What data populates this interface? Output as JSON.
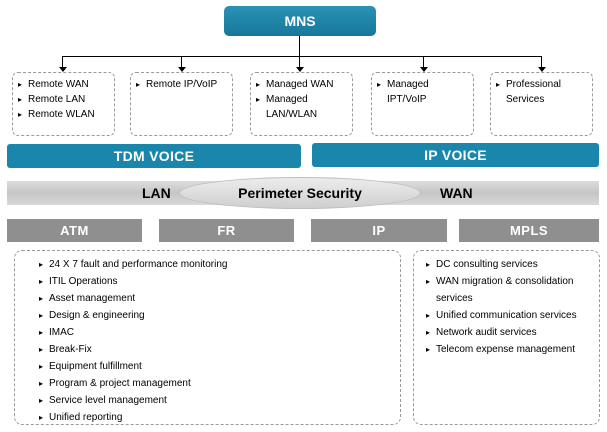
{
  "mns": {
    "label": "MNS"
  },
  "services": [
    {
      "items": [
        "Remote WAN",
        "Remote LAN",
        "Remote WLAN"
      ]
    },
    {
      "items": [
        "Remote IP/VoIP"
      ]
    },
    {
      "items": [
        "Managed WAN",
        "Managed LAN/WLAN"
      ]
    },
    {
      "items": [
        "Managed IPT/VoIP"
      ]
    },
    {
      "items": [
        "Professional Services"
      ]
    }
  ],
  "voice": {
    "left": "TDM VOICE",
    "right": "IP VOICE"
  },
  "perimeter": {
    "lan": "LAN",
    "center": "Perimeter Security",
    "wan": "WAN"
  },
  "networks": [
    "ATM",
    "FR",
    "IP",
    "MPLS"
  ],
  "left_list": [
    "24 X 7 fault and performance monitoring",
    "ITIL Operations",
    "Asset management",
    "Design & engineering",
    "IMAC",
    "Break-Fix",
    "Equipment fulfillment",
    "Program & project management",
    "Service level management",
    "Unified reporting"
  ],
  "right_list": [
    "DC consulting services",
    "WAN migration & consolidation services",
    "Unified communication services",
    "Network audit services",
    "Telecom expense management"
  ]
}
